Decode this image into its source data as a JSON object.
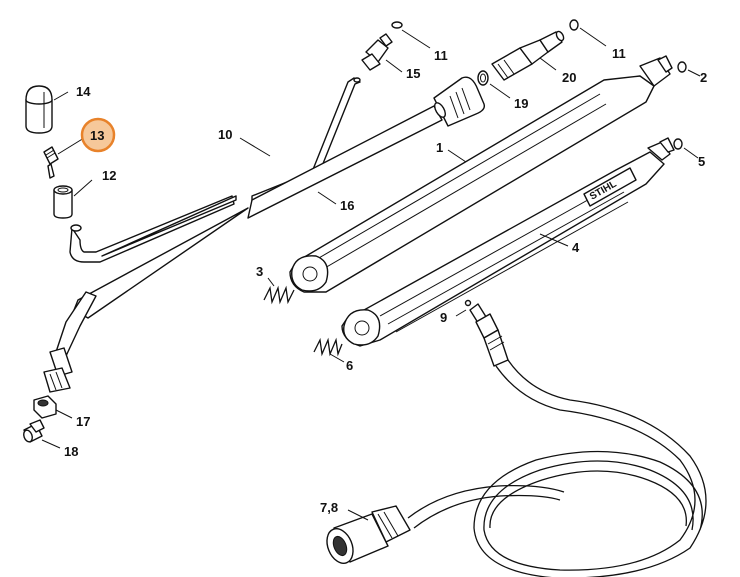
{
  "diagram": {
    "callouts": [
      {
        "id": "c14",
        "label": "14"
      },
      {
        "id": "c13",
        "label": "13",
        "highlighted": true
      },
      {
        "id": "c12",
        "label": "12"
      },
      {
        "id": "c10",
        "label": "10"
      },
      {
        "id": "c16",
        "label": "16"
      },
      {
        "id": "c11a",
        "label": "11"
      },
      {
        "id": "c15",
        "label": "15"
      },
      {
        "id": "c19",
        "label": "19"
      },
      {
        "id": "c20",
        "label": "20"
      },
      {
        "id": "c11b",
        "label": "11"
      },
      {
        "id": "c2",
        "label": "2"
      },
      {
        "id": "c1",
        "label": "1"
      },
      {
        "id": "c5",
        "label": "5"
      },
      {
        "id": "c4",
        "label": "4"
      },
      {
        "id": "c3",
        "label": "3"
      },
      {
        "id": "c6",
        "label": "6"
      },
      {
        "id": "c9",
        "label": "9"
      },
      {
        "id": "c17",
        "label": "17"
      },
      {
        "id": "c18",
        "label": "18"
      },
      {
        "id": "c78",
        "label": "7,8"
      }
    ],
    "highlight_color": "#e8822a",
    "highlight_fill": "#f6c89a",
    "brand_text": "STIHL"
  }
}
